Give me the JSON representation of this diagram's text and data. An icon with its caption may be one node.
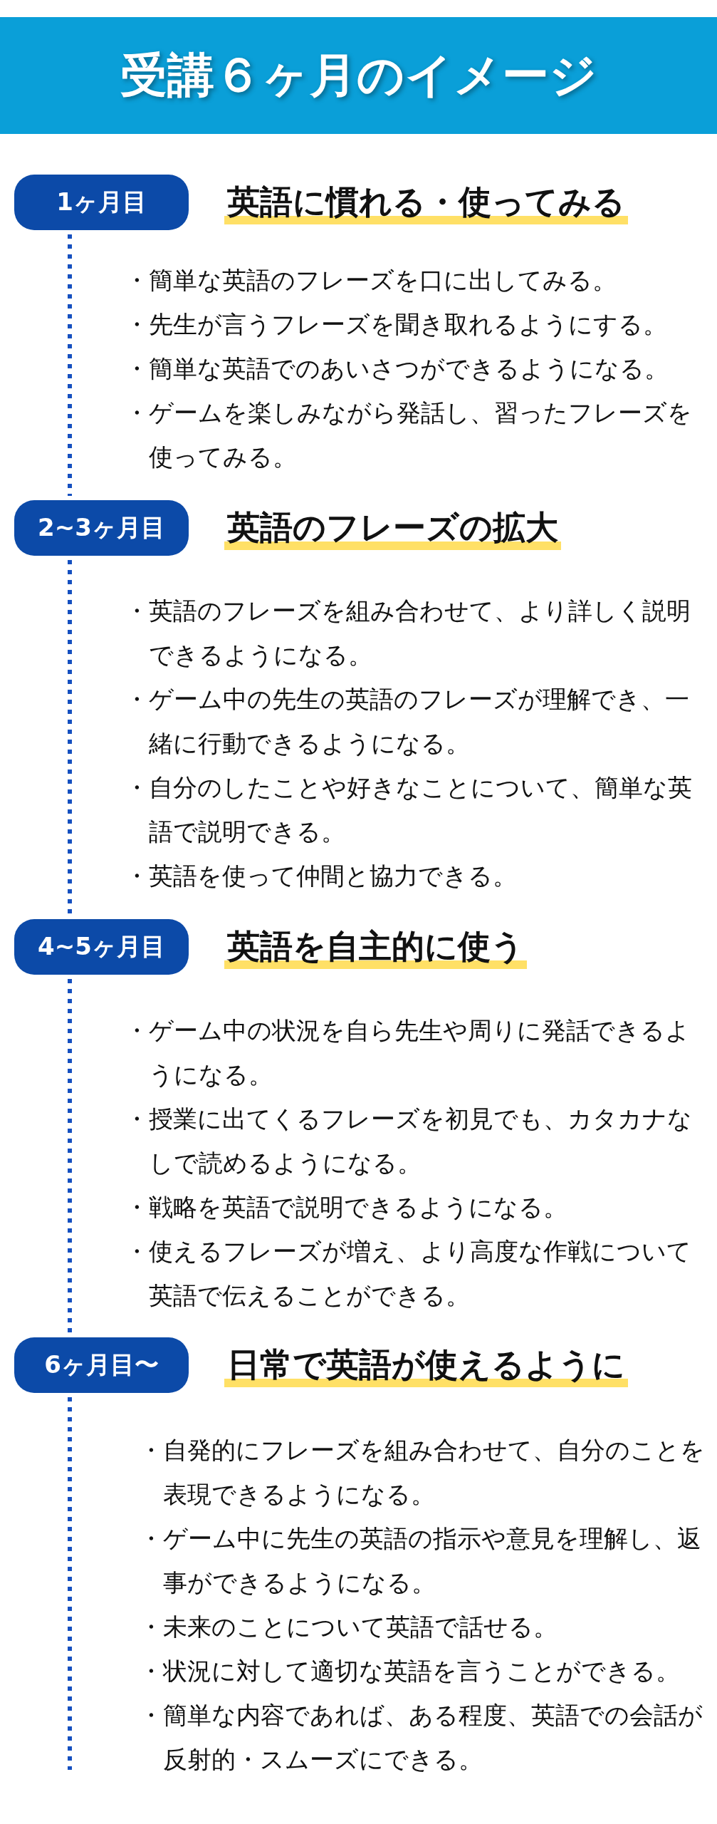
{
  "diagram": {
    "title": "受講６ヶ月のイメージ",
    "nodes": [
      {
        "text": [
          "1ヶ月目"
        ],
        "beside": [
          "英語に慣れる・使ってみる"
        ]
      },
      {
        "text": [
          "2~3ヶ月目"
        ],
        "beside": [
          "英語のフレーズの拡大"
        ]
      },
      {
        "text": [
          "4~5ヶ月目"
        ],
        "beside": [
          "英語を自主的に使う"
        ]
      },
      {
        "text": [
          "6ヶ月目〜"
        ],
        "beside": [
          "日常で英語が使えるように"
        ]
      }
    ],
    "edges": [
      {
        "from": 0,
        "to": 1,
        "arrow": "none",
        "style": "dashed"
      },
      {
        "from": 1,
        "to": 2,
        "arrow": "none",
        "style": "dashed"
      },
      {
        "from": 2,
        "to": 3,
        "arrow": "none",
        "style": "dashed"
      },
      {
        "from": 3,
        "to": null,
        "arrow": "none",
        "style": "dashed"
      }
    ],
    "labels": [
      "・簡単な英語のフレーズを口に出してみる。",
      "・先生が言うフレーズを聞き取れるようにする。",
      "・簡単な英語でのあいさつができるようになる。",
      "・ゲームを楽しみながら発話し、習ったフレーズを使ってみる。",
      "・英語のフレーズを組み合わせて、より詳しく説明できるようになる。",
      "・ゲーム中の先生の英語のフレーズが理解でき、一緒に行動できるようになる。",
      "・自分のしたことや好きなことについて、簡単な英語で説明できる。",
      "・英語を使って仲間と協力できる。",
      "・ゲーム中の状況を自ら先生や周りに発話できるようになる。",
      "・授業に出てくるフレーズを初見でも、カタカナなしで読めるようになる。",
      "・戦略を英語で説明できるようになる。",
      "・使えるフレーズが増え、より高度な作戦について英語で伝えることができる。",
      "・自発的にフレーズを組み合わせて、自分のことを表現できるようになる。",
      "・ゲーム中に先生の英語の指示や意見を理解し、返事ができるようになる。",
      "・未来のことについて英語で話せる。",
      "・状況に対して適切な英語を言うことができる。",
      "・簡単な内容であれば、ある程度、英語での会話が反射的・スムーズにできる。"
    ]
  }
}
